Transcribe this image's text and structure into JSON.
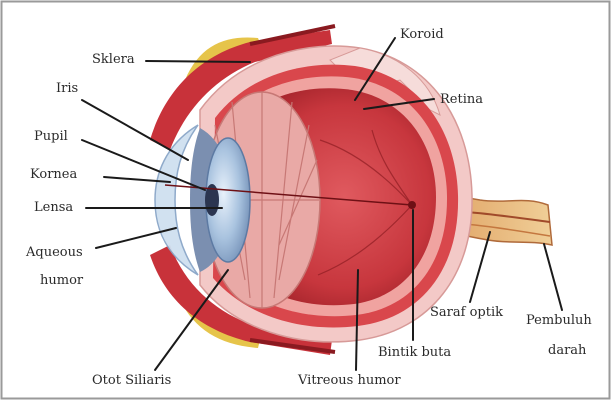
{
  "diagram": {
    "labels": {
      "sklera": "Sklera",
      "iris": "Iris",
      "pupil": "Pupil",
      "kornea": "Kornea",
      "lensa": "Lensa",
      "aqueous_line1": "Aqueous",
      "aqueous_line2": "humor",
      "koroid": "Koroid",
      "retina": "Retina",
      "saraf_optik": "Saraf  optik",
      "pembuluh_line1": "Pembuluh",
      "pembuluh_line2": "darah",
      "bintik_buta": "Bintik buta",
      "otot_siliaris": "Otot Siliaris",
      "vitreous_humor": "Vitreous humor"
    },
    "colors": {
      "frame": "#9a9a9a",
      "sclera": "#f3c9c7",
      "choroid": "#d9474c",
      "retina": "#f0a3a0",
      "vitreous": "#c73a40",
      "lens": "#9cb7d6",
      "cornea": "#cfe0f0",
      "ciliary": "#e9a9a6",
      "fat": "#e6c44a",
      "vessel": "#b8262d",
      "nerve": "#e6b476"
    }
  }
}
